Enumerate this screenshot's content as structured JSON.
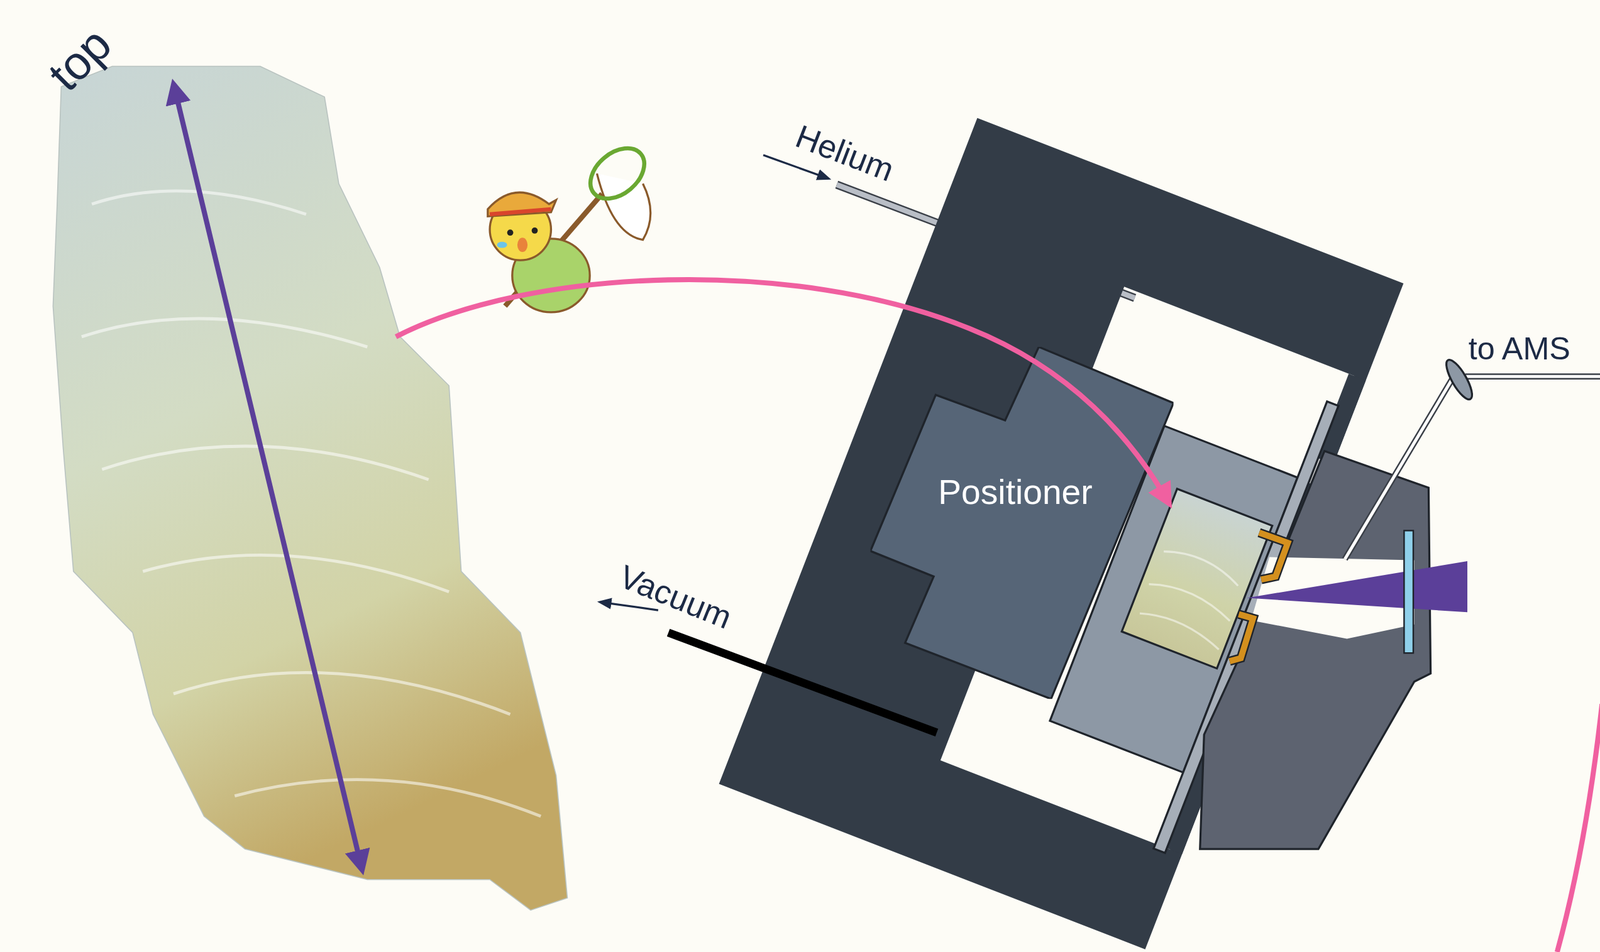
{
  "diagram": {
    "nodes": [
      {
        "text": [
          "Positioner"
        ]
      }
    ],
    "labels": [
      "top",
      "Helium",
      "Vacuum",
      "to AMS"
    ]
  }
}
